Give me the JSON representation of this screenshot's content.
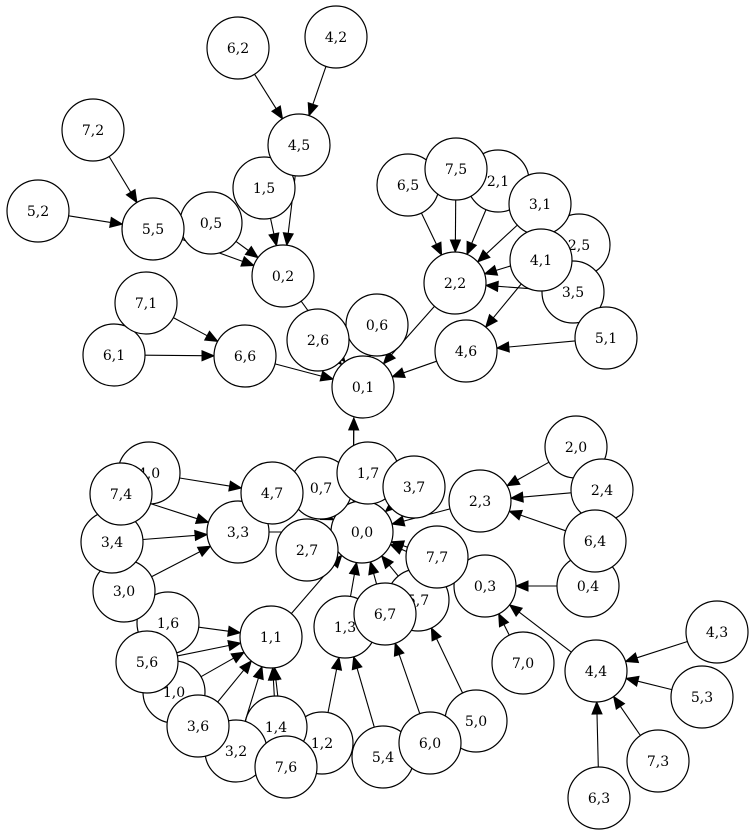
{
  "nodes": [
    {
      "id": "0,0"
    },
    {
      "id": "0,1"
    },
    {
      "id": "0,2"
    },
    {
      "id": "0,3"
    },
    {
      "id": "0,4"
    },
    {
      "id": "0,5"
    },
    {
      "id": "0,6"
    },
    {
      "id": "0,7"
    },
    {
      "id": "1,0"
    },
    {
      "id": "1,1"
    },
    {
      "id": "1,2"
    },
    {
      "id": "1,3"
    },
    {
      "id": "1,4"
    },
    {
      "id": "1,5"
    },
    {
      "id": "1,6"
    },
    {
      "id": "1,7"
    },
    {
      "id": "2,0"
    },
    {
      "id": "2,1"
    },
    {
      "id": "2,2"
    },
    {
      "id": "2,3"
    },
    {
      "id": "2,4"
    },
    {
      "id": "2,5"
    },
    {
      "id": "2,6"
    },
    {
      "id": "2,7"
    },
    {
      "id": "3,0"
    },
    {
      "id": "3,1"
    },
    {
      "id": "3,2"
    },
    {
      "id": "3,3"
    },
    {
      "id": "3,4"
    },
    {
      "id": "3,5"
    },
    {
      "id": "3,6"
    },
    {
      "id": "3,7"
    },
    {
      "id": "4,0"
    },
    {
      "id": "4,1"
    },
    {
      "id": "4,2"
    },
    {
      "id": "4,3"
    },
    {
      "id": "4,4"
    },
    {
      "id": "4,5"
    },
    {
      "id": "4,6"
    },
    {
      "id": "4,7"
    },
    {
      "id": "5,0"
    },
    {
      "id": "5,1"
    },
    {
      "id": "5,2"
    },
    {
      "id": "5,3"
    },
    {
      "id": "5,4"
    },
    {
      "id": "5,5"
    },
    {
      "id": "5,6"
    },
    {
      "id": "5,7"
    },
    {
      "id": "6,0"
    },
    {
      "id": "6,1"
    },
    {
      "id": "6,2"
    },
    {
      "id": "6,3"
    },
    {
      "id": "6,4"
    },
    {
      "id": "6,5"
    },
    {
      "id": "6,6"
    },
    {
      "id": "6,7"
    },
    {
      "id": "7,0"
    },
    {
      "id": "7,1"
    },
    {
      "id": "7,2"
    },
    {
      "id": "7,3"
    },
    {
      "id": "7,4"
    },
    {
      "id": "7,5"
    },
    {
      "id": "7,6"
    },
    {
      "id": "7,7"
    }
  ],
  "edges": [
    {
      "from": "6,2",
      "to": "4,5"
    },
    {
      "from": "4,2",
      "to": "4,5"
    },
    {
      "from": "4,5",
      "to": "0,2"
    },
    {
      "from": "1,5",
      "to": "0,2"
    },
    {
      "from": "0,5",
      "to": "0,2"
    },
    {
      "from": "5,5",
      "to": "0,2"
    },
    {
      "from": "7,2",
      "to": "5,5"
    },
    {
      "from": "5,2",
      "to": "5,5"
    },
    {
      "from": "0,2",
      "to": "0,1"
    },
    {
      "from": "2,6",
      "to": "0,1"
    },
    {
      "from": "0,6",
      "to": "0,1"
    },
    {
      "from": "2,2",
      "to": "0,1"
    },
    {
      "from": "4,6",
      "to": "0,1"
    },
    {
      "from": "6,6",
      "to": "0,1"
    },
    {
      "from": "0,0",
      "to": "0,1"
    },
    {
      "from": "0,1",
      "to": "0,0"
    },
    {
      "from": "7,1",
      "to": "6,6"
    },
    {
      "from": "6,1",
      "to": "6,6"
    },
    {
      "from": "6,5",
      "to": "2,2"
    },
    {
      "from": "7,5",
      "to": "2,2"
    },
    {
      "from": "2,1",
      "to": "2,2"
    },
    {
      "from": "3,1",
      "to": "2,2"
    },
    {
      "from": "2,5",
      "to": "2,2"
    },
    {
      "from": "3,5",
      "to": "2,2"
    },
    {
      "from": "4,1",
      "to": "4,6"
    },
    {
      "from": "5,1",
      "to": "4,6"
    },
    {
      "from": "4,0",
      "to": "4,7"
    },
    {
      "from": "4,7",
      "to": "0,0"
    },
    {
      "from": "7,4",
      "to": "3,3"
    },
    {
      "from": "3,4",
      "to": "3,3"
    },
    {
      "from": "3,0",
      "to": "3,3"
    },
    {
      "from": "3,3",
      "to": "0,0"
    },
    {
      "from": "0,7",
      "to": "0,0"
    },
    {
      "from": "1,7",
      "to": "0,0"
    },
    {
      "from": "3,7",
      "to": "0,0"
    },
    {
      "from": "2,7",
      "to": "0,0"
    },
    {
      "from": "2,3",
      "to": "0,0"
    },
    {
      "from": "2,0",
      "to": "2,3"
    },
    {
      "from": "2,4",
      "to": "2,3"
    },
    {
      "from": "6,4",
      "to": "2,3"
    },
    {
      "from": "0,4",
      "to": "0,3"
    },
    {
      "from": "4,4",
      "to": "0,3"
    },
    {
      "from": "7,0",
      "to": "0,3"
    },
    {
      "from": "0,3",
      "to": "0,0"
    },
    {
      "from": "7,7",
      "to": "0,0"
    },
    {
      "from": "4,3",
      "to": "4,4"
    },
    {
      "from": "5,3",
      "to": "4,4"
    },
    {
      "from": "7,3",
      "to": "4,4"
    },
    {
      "from": "6,3",
      "to": "4,4"
    },
    {
      "from": "1,1",
      "to": "0,0"
    },
    {
      "from": "1,3",
      "to": "0,0"
    },
    {
      "from": "6,7",
      "to": "0,0"
    },
    {
      "from": "5,7",
      "to": "0,0"
    },
    {
      "from": "1,6",
      "to": "1,1"
    },
    {
      "from": "5,6",
      "to": "1,1"
    },
    {
      "from": "1,0",
      "to": "1,1"
    },
    {
      "from": "3,6",
      "to": "1,1"
    },
    {
      "from": "3,2",
      "to": "1,1"
    },
    {
      "from": "1,4",
      "to": "1,1"
    },
    {
      "from": "7,6",
      "to": "1,1"
    },
    {
      "from": "1,2",
      "to": "1,3"
    },
    {
      "from": "5,4",
      "to": "1,3"
    },
    {
      "from": "6,0",
      "to": "6,7"
    },
    {
      "from": "5,0",
      "to": "5,7"
    }
  ]
}
